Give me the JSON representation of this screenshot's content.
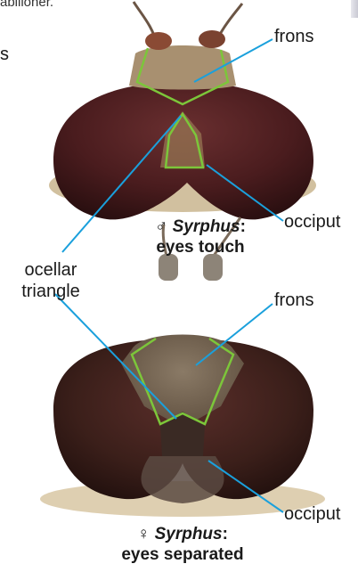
{
  "top_cut_text": "abilioner.",
  "left_cut_letter": "s",
  "labels": {
    "frons_top": "frons",
    "occiput_top": "occiput",
    "ocellar_line1": "ocellar",
    "ocellar_line2": "triangle",
    "frons_bottom": "frons",
    "occiput_bottom": "occiput"
  },
  "captions": {
    "male_symbol": "♂",
    "male_genus": "Syrphus",
    "male_colon": ":",
    "male_line2": "eyes touch",
    "female_symbol": "♀",
    "female_genus": "Syrphus",
    "female_colon": ":",
    "female_line2": "eyes separated"
  },
  "colors": {
    "leader_line": "#1aa0dc",
    "outline": "#7cc63a",
    "eye_male": "#4a1c1e",
    "eye_female": "#3b1f1a",
    "frons_female": "#7a6a55"
  }
}
